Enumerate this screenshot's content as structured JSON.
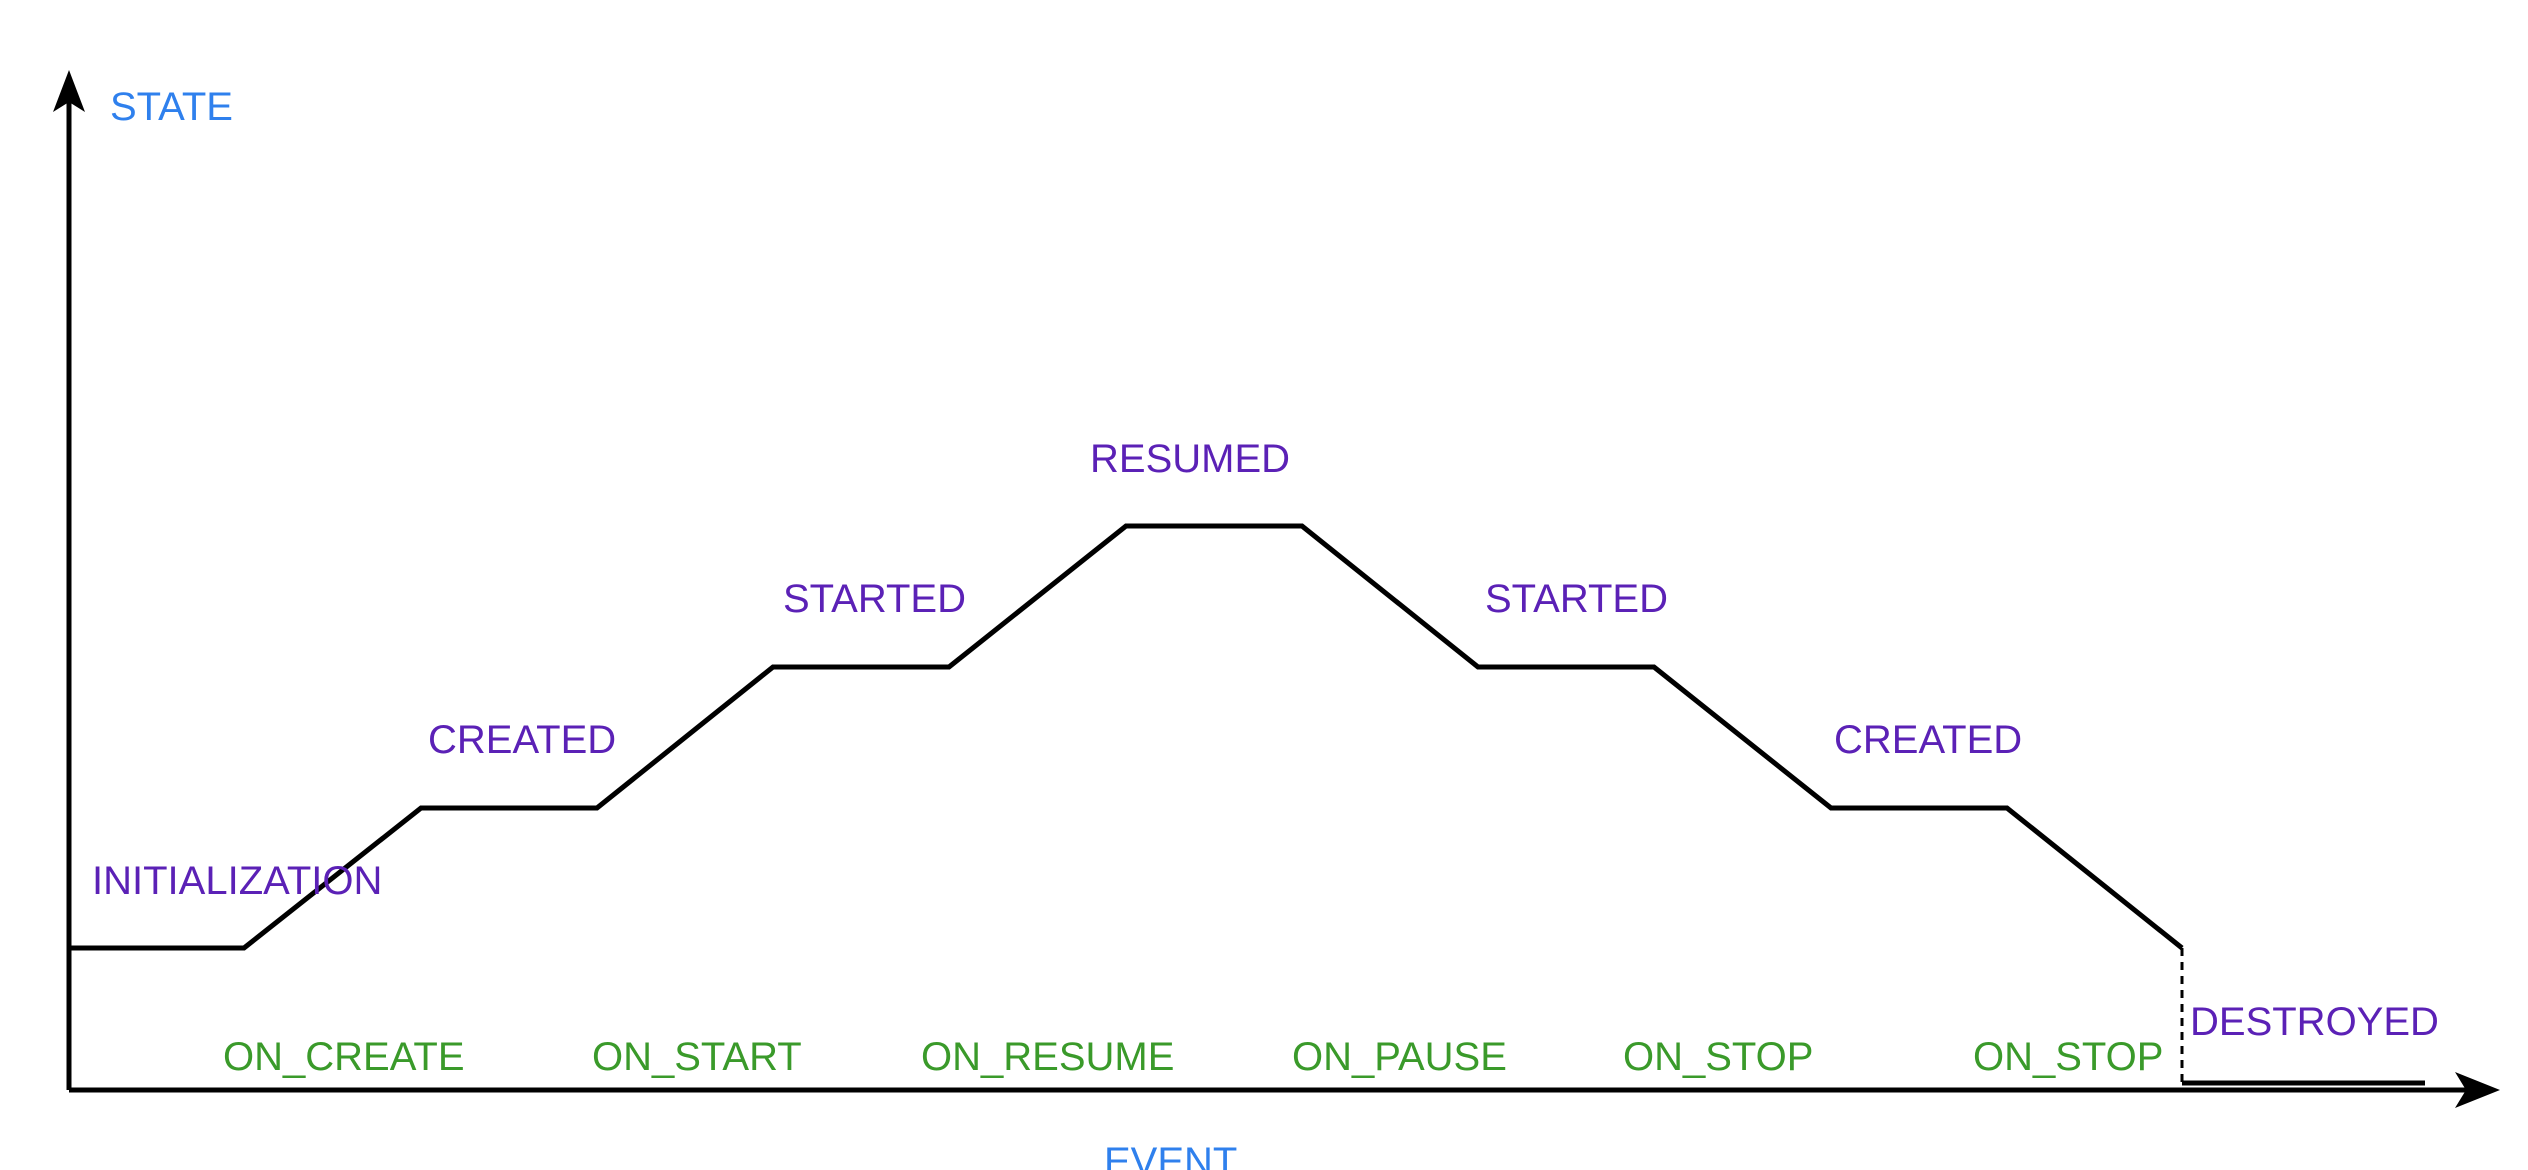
{
  "axes": {
    "y_label": "STATE",
    "x_label": "EVENT"
  },
  "states": [
    "INITIALIZATION",
    "CREATED",
    "STARTED",
    "RESUMED",
    "STARTED",
    "CREATED",
    "DESTROYED"
  ],
  "events": [
    "ON_CREATE",
    "ON_START",
    "ON_RESUME",
    "ON_PAUSE",
    "ON_STOP",
    "ON_STOP"
  ],
  "colors": {
    "axis_label": "#2f80ed",
    "state_label": "#5b21b6",
    "event_label": "#3a9a2a",
    "line": "#000000"
  }
}
